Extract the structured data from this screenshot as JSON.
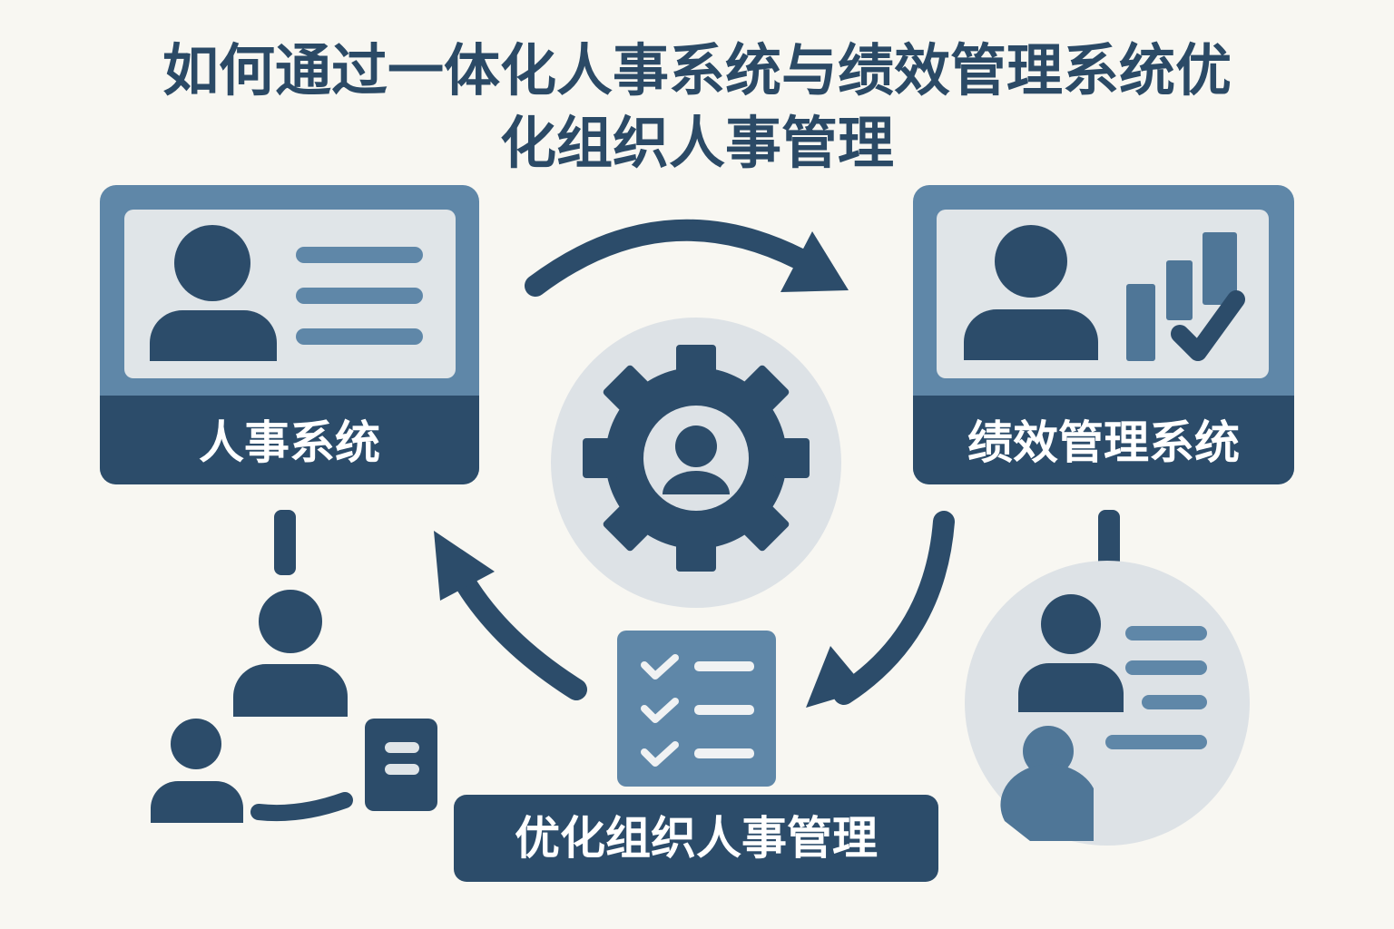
{
  "title": {
    "line1": "如何通过一体化人事系统与绩效管理系统优",
    "line2": "化组织人事管理"
  },
  "nodes": {
    "hr_system": {
      "label": "人事系统",
      "icon": "user-profile-card-icon"
    },
    "performance_system": {
      "label": "绩效管理系统",
      "icon": "user-chart-check-icon"
    },
    "center": {
      "icon": "gear-user-icon"
    },
    "optimize": {
      "label": "优化组织人事管理",
      "icon": "checklist-icon"
    },
    "org_structure": {
      "icon": "team-org-icon"
    },
    "employee_profiles": {
      "icon": "employee-profiles-icon"
    }
  },
  "colors": {
    "dark": "#2c4c6a",
    "mid": "#5f87a8",
    "light": "#e0e5e8",
    "background": "#f8f7f2"
  }
}
